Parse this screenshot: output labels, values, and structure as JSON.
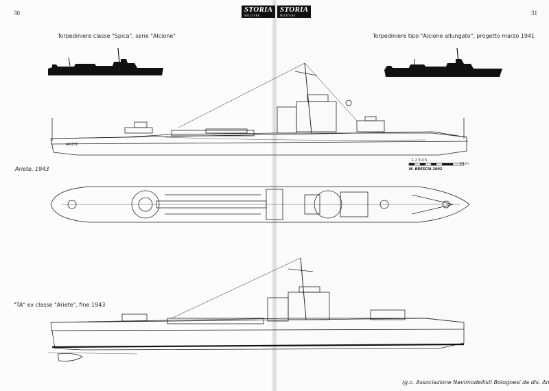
{
  "page_numbers": {
    "left": "30",
    "right": "31"
  },
  "header_logo": {
    "title": "STORIA",
    "subtitle": "MILITARE"
  },
  "captions": {
    "spica_series": "Torpediniere classe \"Spica\", serie \"Alcione\"",
    "alcione_allungato": "Torpediniere tipo \"Alcione allungato\", progetto marzo 1941",
    "ariete_1943": "Ariete, 1943",
    "ta_ariete": "\"TA\" ex classe \"Ariete\", fine 1943",
    "credit": "(g.c. Associazione Navimodellisti Bolognesi da dis. Ansaldo)"
  },
  "drawing_labels": {
    "hull_name": "ARIETE",
    "scale_numbers": "1 2 3 4 5",
    "scale_end": "10 m",
    "draughtsman": "M. BRESCIA 2002"
  },
  "colors": {
    "ink": "#111111",
    "paper": "#fbfbfb",
    "line": "#333333"
  }
}
